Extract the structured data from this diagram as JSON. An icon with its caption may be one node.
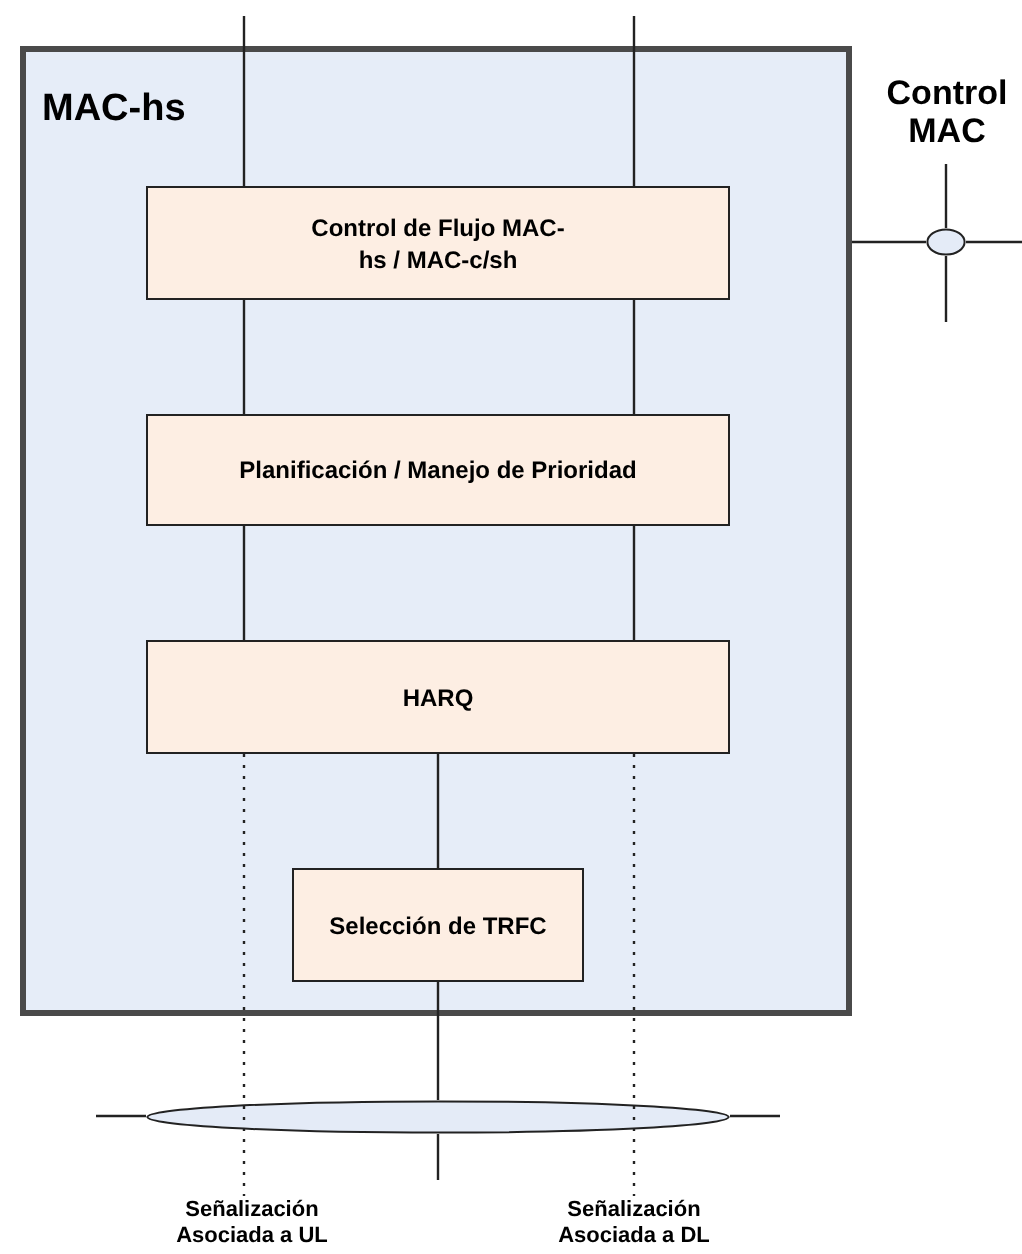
{
  "diagram": {
    "nodes": [
      {
        "text": [
          "MAC-hs"
        ]
      },
      {
        "text": [
          "Control de Flujo MAC-hs / MAC-c/sh"
        ],
        "in": 0
      },
      {
        "text": [
          "Planificación / Manejo de Prioridad"
        ],
        "in": 0
      },
      {
        "text": [
          "HARQ"
        ],
        "in": 0
      },
      {
        "text": [
          "Selección de TRFC"
        ],
        "in": 0
      },
      {
        "text": [],
        "shape": "ellipse"
      },
      {
        "text": [
          "Control MAC"
        ]
      },
      {
        "text": [],
        "shape": "ellipse"
      },
      {
        "text": [
          "Señalización Asociada a UL"
        ]
      },
      {
        "text": [
          "Señalización Asociada a DL"
        ]
      }
    ],
    "edges": [
      {
        "from": null,
        "to": 1,
        "arrow": "none"
      },
      {
        "from": null,
        "to": 1,
        "arrow": "none"
      },
      {
        "from": 1,
        "to": 2,
        "arrow": "none"
      },
      {
        "from": 1,
        "to": 2,
        "arrow": "none"
      },
      {
        "from": 2,
        "to": 3,
        "arrow": "none"
      },
      {
        "from": 2,
        "to": 3,
        "arrow": "none"
      },
      {
        "from": 3,
        "to": 8,
        "arrow": "none",
        "style": "dashed"
      },
      {
        "from": 3,
        "to": 9,
        "arrow": "none",
        "style": "dashed"
      },
      {
        "from": 3,
        "to": 4,
        "arrow": "none"
      },
      {
        "from": 4,
        "to": 5,
        "arrow": "none"
      },
      {
        "from": 5,
        "to": null,
        "arrow": "none"
      },
      {
        "from": null,
        "to": 5,
        "arrow": "none"
      },
      {
        "from": 5,
        "to": null,
        "arrow": "none"
      },
      {
        "from": 6,
        "to": 7,
        "arrow": "none"
      },
      {
        "from": 0,
        "to": 7,
        "arrow": "none"
      },
      {
        "from": 7,
        "to": null,
        "arrow": "none"
      },
      {
        "from": 7,
        "to": null,
        "arrow": "none"
      }
    ]
  }
}
